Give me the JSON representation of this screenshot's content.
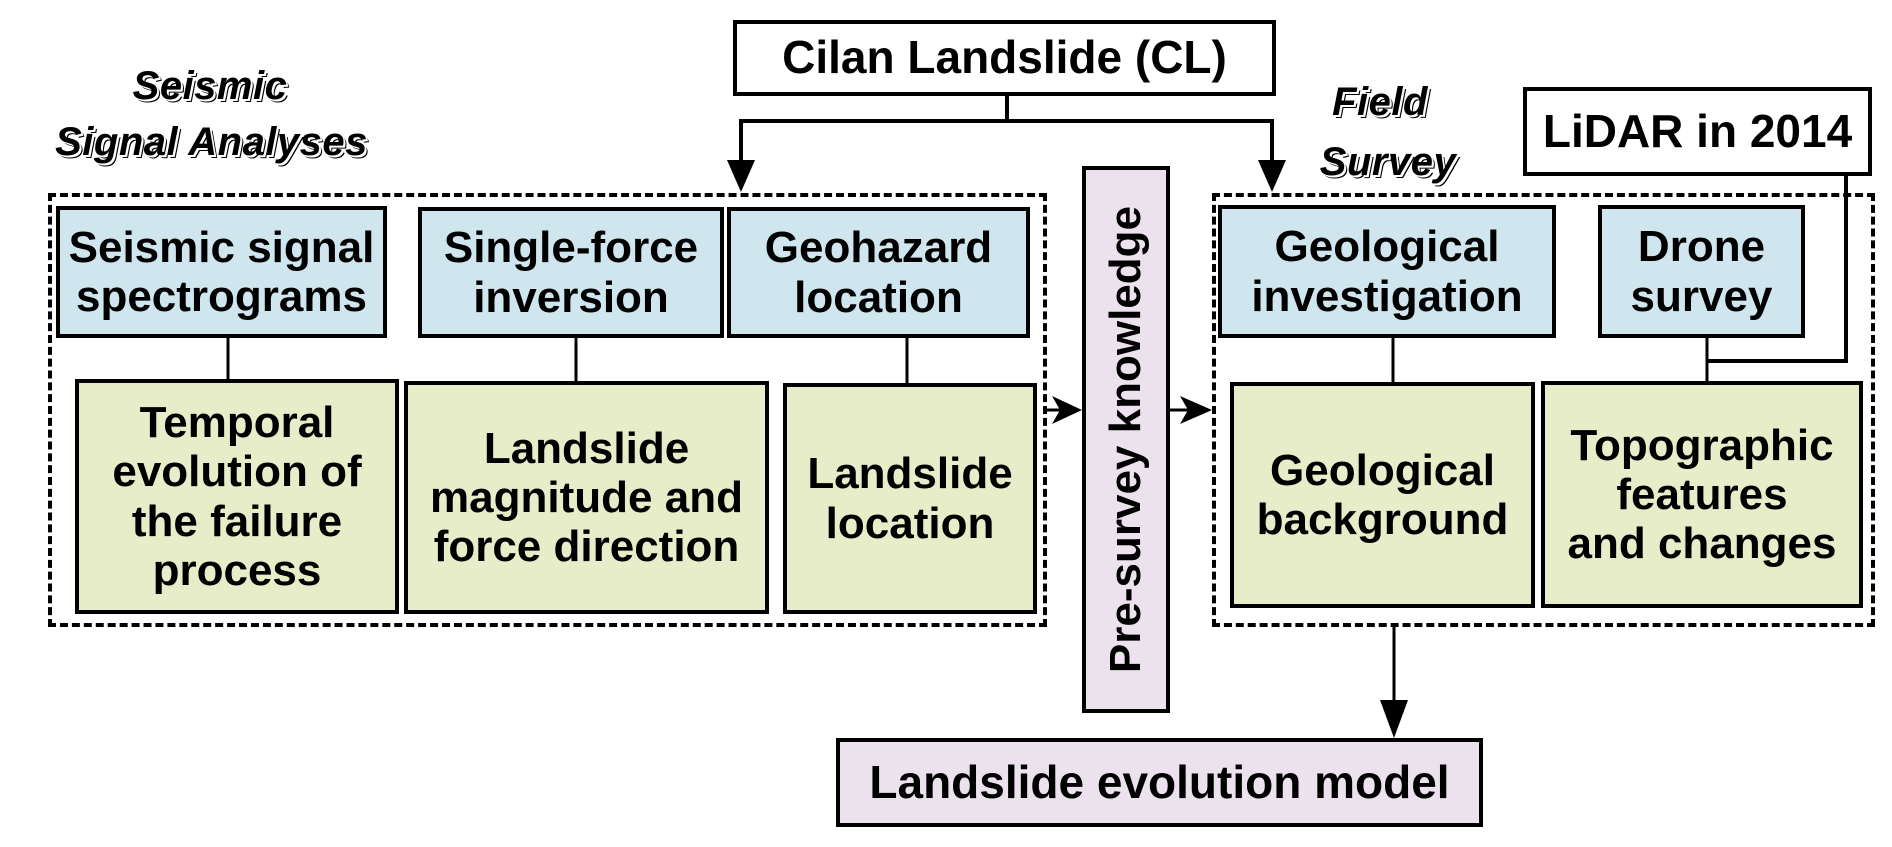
{
  "title": "Cilan Landslide (CL)",
  "groups": {
    "seismic": {
      "label_line1": "Seismic",
      "label_line2": "Signal Analyses",
      "methods": [
        "Seismic signal\nspectrograms",
        "Single-force\ninversion",
        "Geohazard\nlocation"
      ],
      "results": [
        "Temporal\nevolution of\nthe failure\nprocess",
        "Landslide\nmagnitude and\nforce direction",
        "Landslide\nlocation"
      ]
    },
    "field": {
      "label_line1": "Field",
      "label_line2": "Survey",
      "methods": [
        "Geological\ninvestigation",
        "Drone\nsurvey"
      ],
      "results": [
        "Geological\nbackground",
        "Topographic\nfeatures\nand changes"
      ]
    }
  },
  "lidar": "LiDAR in 2014",
  "pre_survey": "Pre-survey knowledge",
  "model": "Landslide evolution model",
  "colors": {
    "method_fill": "#cfe6ee",
    "result_fill": "#e6edc8",
    "knowledge_fill": "#ece2ee"
  }
}
